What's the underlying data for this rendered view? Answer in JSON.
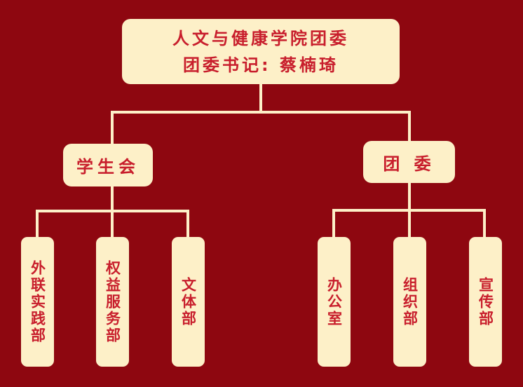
{
  "root": {
    "title": "人文与健康学院团委",
    "secretary": "团委书记: 蔡楠琦"
  },
  "branches": [
    {
      "label": "学生会",
      "children": [
        "外联实践部",
        "权益服务部",
        "文体部"
      ]
    },
    {
      "label": "团 委",
      "children": [
        "办公室",
        "组织部",
        "宣传部"
      ]
    }
  ],
  "colors": {
    "background": "#8e0710",
    "box": "#fdf0c8",
    "text": "#c81e2c"
  }
}
